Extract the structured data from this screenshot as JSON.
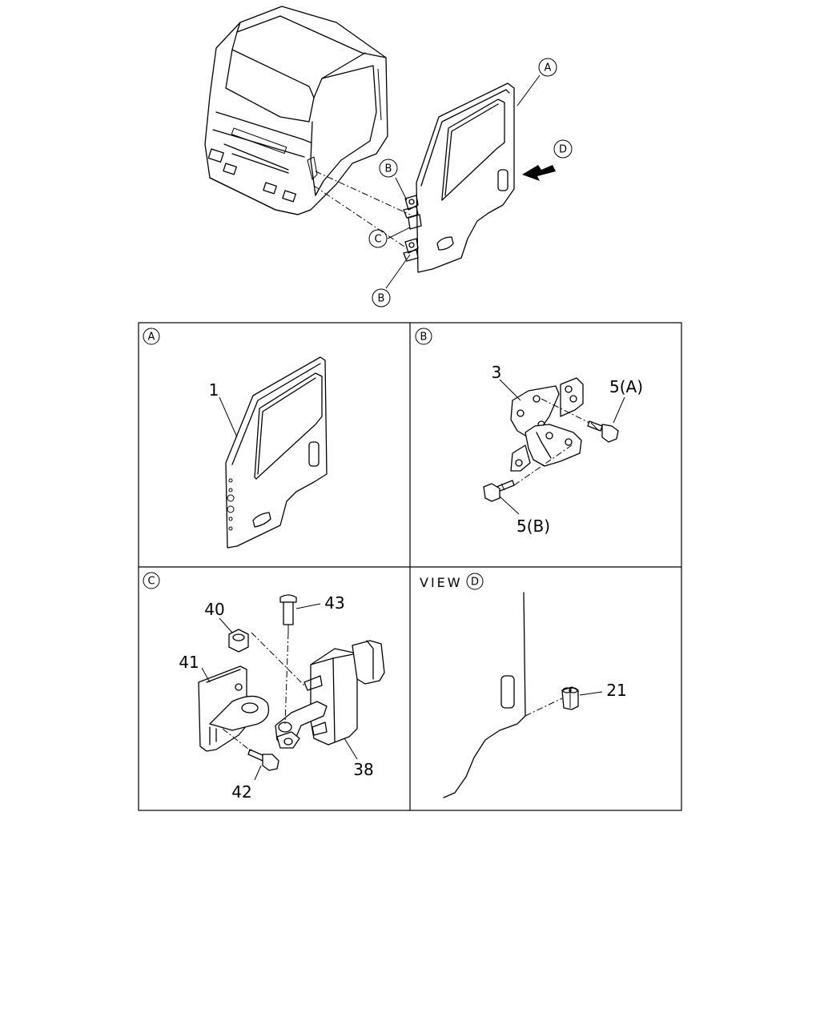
{
  "overview": {
    "callouts": {
      "a": "A",
      "b_top": "B",
      "c": "C",
      "b_bottom": "B",
      "d": "D"
    }
  },
  "panels": {
    "a": {
      "tag": "A",
      "labels": {
        "door": "1"
      }
    },
    "b": {
      "tag": "B",
      "labels": {
        "hinge": "3",
        "bolt_a": "5(A)",
        "bolt_b": "5(B)"
      }
    },
    "c": {
      "tag": "C",
      "labels": {
        "nut": "40",
        "pin": "43",
        "bracket": "41",
        "bolt": "42",
        "checker": "38"
      }
    },
    "d": {
      "prefix": "VIEW",
      "tag": "D",
      "labels": {
        "clip": "21"
      }
    }
  },
  "icons": [
    "arrow-icon"
  ]
}
